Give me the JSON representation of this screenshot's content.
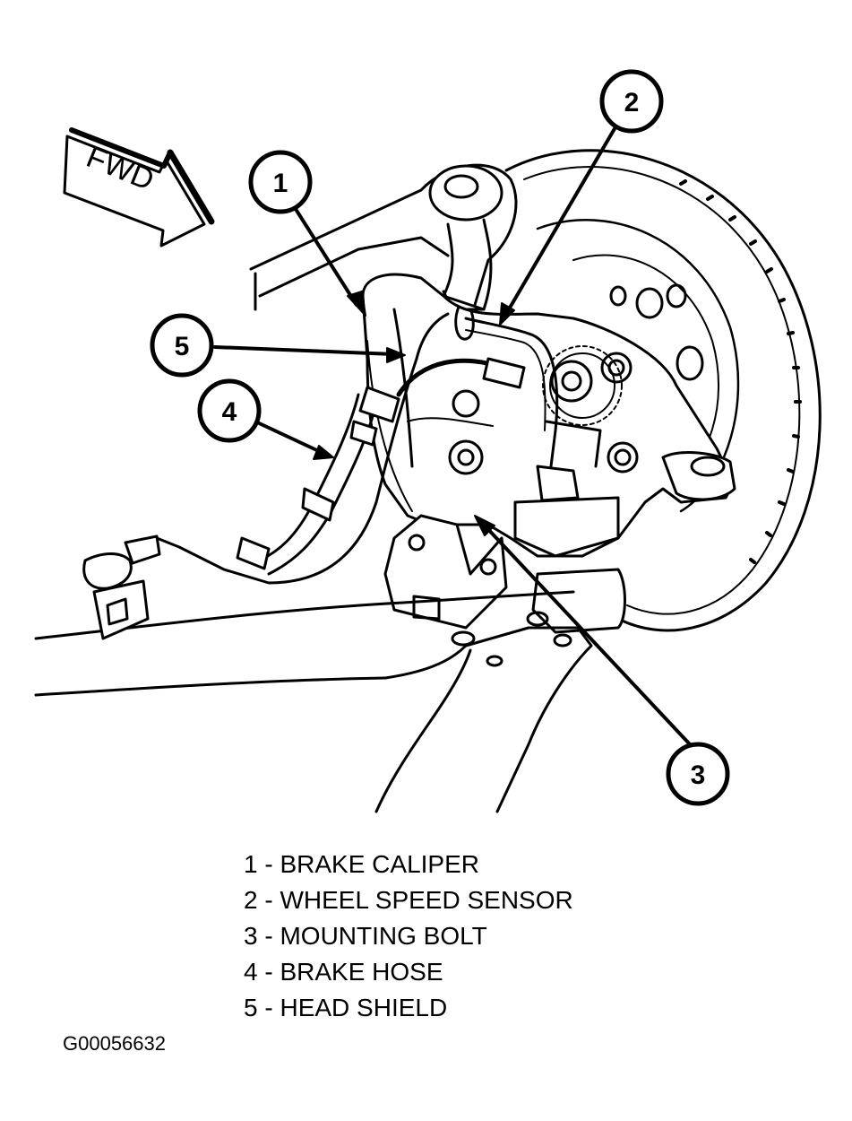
{
  "diagram": {
    "direction_label": "FWD",
    "callouts": [
      "1",
      "2",
      "3",
      "4",
      "5"
    ],
    "legend": [
      {
        "number": "1",
        "separator": " - ",
        "label": "BRAKE CALIPER"
      },
      {
        "number": "2",
        "separator": " - ",
        "label": "WHEEL SPEED SENSOR"
      },
      {
        "number": "3",
        "separator": " - ",
        "label": "MOUNTING BOLT"
      },
      {
        "number": "4",
        "separator": " - ",
        "label": "BRAKE HOSE"
      },
      {
        "number": "5",
        "separator": " - ",
        "label": "HEAD SHIELD"
      }
    ],
    "figure_id": "G00056632"
  }
}
